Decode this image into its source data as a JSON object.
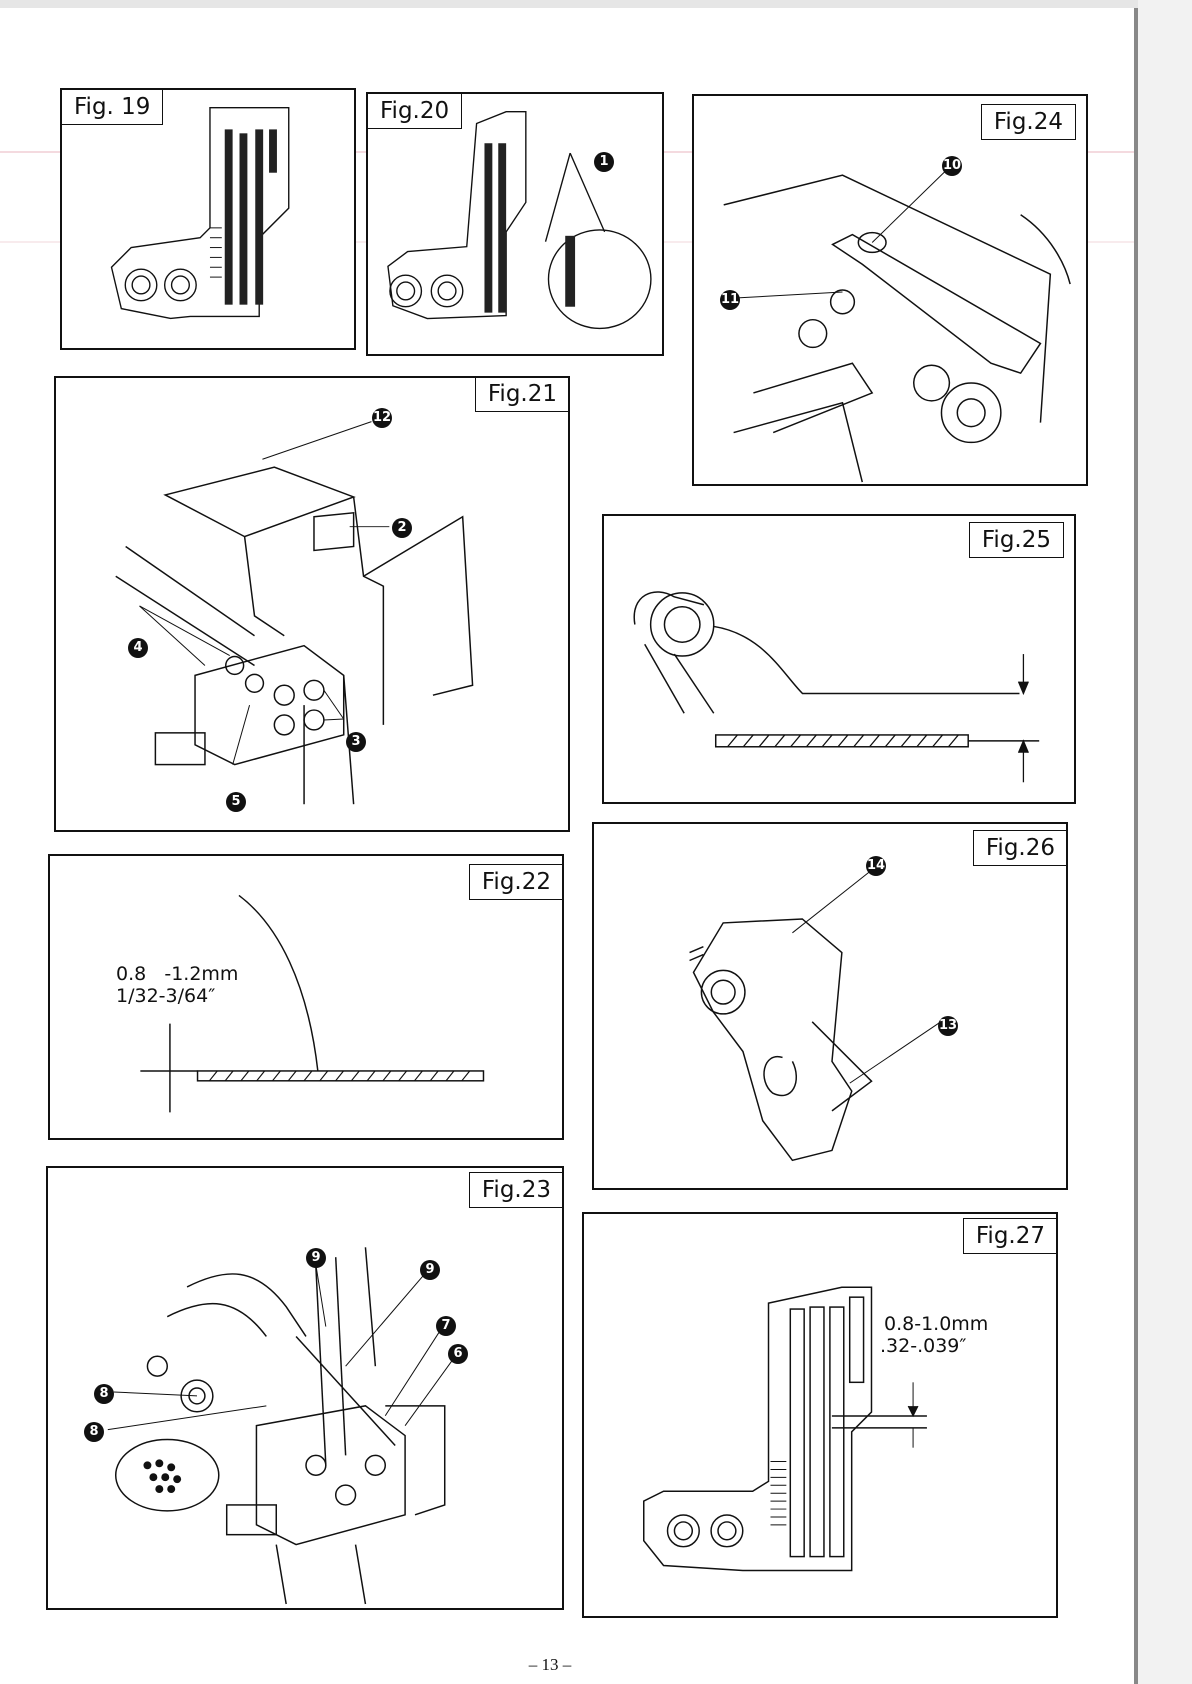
{
  "figures": {
    "fig19": {
      "title": "Fig. 19"
    },
    "fig20": {
      "title": "Fig.20",
      "callouts": [
        "1"
      ]
    },
    "fig21": {
      "title": "Fig.21",
      "callouts": [
        "12",
        "2",
        "4",
        "3",
        "5"
      ]
    },
    "fig22": {
      "title": "Fig.22",
      "dimension_mm": "0.8   -1.2mm",
      "dimension_in": "1/32-3/64″"
    },
    "fig23": {
      "title": "Fig.23",
      "callouts": [
        "9",
        "9",
        "7",
        "6",
        "8",
        "8"
      ]
    },
    "fig24": {
      "title": "Fig.24",
      "callouts": [
        "10",
        "11"
      ]
    },
    "fig25": {
      "title": "Fig.25"
    },
    "fig26": {
      "title": "Fig.26",
      "callouts": [
        "14",
        "13"
      ]
    },
    "fig27": {
      "title": "Fig.27",
      "dimension_mm": "0.8-1.0mm",
      "dimension_in": ".32-.039″"
    }
  },
  "page_number": "– 13 –"
}
